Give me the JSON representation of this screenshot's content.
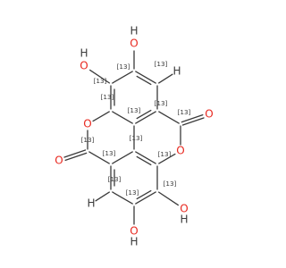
{
  "molecule": {
    "isotope_mass": "13",
    "colors": {
      "carbon": "#3a3a3a",
      "oxygen": "#e8271e",
      "hydrogen": "#3a3a3a"
    },
    "atoms": [
      {
        "id": "C1",
        "el": "C",
        "iso": "13"
      },
      {
        "id": "C2",
        "el": "C",
        "iso": "13"
      },
      {
        "id": "C3",
        "el": "C",
        "iso": "13"
      },
      {
        "id": "C4",
        "el": "C",
        "iso": "13"
      },
      {
        "id": "C5",
        "el": "C",
        "iso": "13"
      },
      {
        "id": "C6",
        "el": "C",
        "iso": "13"
      },
      {
        "id": "C7",
        "el": "C",
        "iso": "13"
      },
      {
        "id": "C8",
        "el": "C",
        "iso": "13"
      },
      {
        "id": "C9",
        "el": "C",
        "iso": "13"
      },
      {
        "id": "C10",
        "el": "C",
        "iso": "13"
      },
      {
        "id": "C11",
        "el": "C",
        "iso": "13"
      },
      {
        "id": "C12",
        "el": "C",
        "iso": "13"
      },
      {
        "id": "C13",
        "el": "C",
        "iso": "13"
      },
      {
        "id": "C14",
        "el": "C",
        "iso": "13"
      },
      {
        "id": "O1",
        "el": "O"
      },
      {
        "id": "O2",
        "el": "O"
      },
      {
        "id": "O3",
        "el": "O"
      },
      {
        "id": "O4",
        "el": "O"
      },
      {
        "id": "OH1",
        "el": "O",
        "h": "H"
      },
      {
        "id": "OH2",
        "el": "O",
        "h": "H"
      },
      {
        "id": "OH3",
        "el": "O",
        "h": "H"
      },
      {
        "id": "OH4",
        "el": "O",
        "h": "H"
      },
      {
        "id": "H1",
        "el": "H"
      },
      {
        "id": "H2",
        "el": "H"
      }
    ],
    "bonds": [
      [
        "C1",
        "C2",
        1
      ],
      [
        "C2",
        "C3",
        2
      ],
      [
        "C3",
        "C4",
        1
      ],
      [
        "C4",
        "C5",
        2
      ],
      [
        "C5",
        "C6",
        1
      ],
      [
        "C6",
        "C1",
        2
      ],
      [
        "C6",
        "C7",
        1
      ],
      [
        "C7",
        "O1",
        2
      ],
      [
        "C7",
        "O2",
        1
      ],
      [
        "O2",
        "C8",
        1
      ],
      [
        "C8",
        "C9",
        1
      ],
      [
        "C9",
        "C10",
        2
      ],
      [
        "C10",
        "C11",
        1
      ],
      [
        "C11",
        "C12",
        2
      ],
      [
        "C12",
        "C13",
        1
      ],
      [
        "C13",
        "C8",
        2
      ],
      [
        "C12",
        "C14",
        1
      ],
      [
        "C14",
        "O3",
        2
      ],
      [
        "C14",
        "O4",
        1
      ],
      [
        "O4",
        "C2",
        1
      ],
      [
        "C1",
        "C13",
        1
      ],
      [
        "C3",
        "OH1",
        1
      ],
      [
        "C4",
        "OH2",
        1
      ],
      [
        "C9",
        "OH3",
        1
      ],
      [
        "C10",
        "OH4",
        1
      ],
      [
        "C5",
        "H1",
        1
      ],
      [
        "C11",
        "H2",
        1
      ]
    ]
  }
}
